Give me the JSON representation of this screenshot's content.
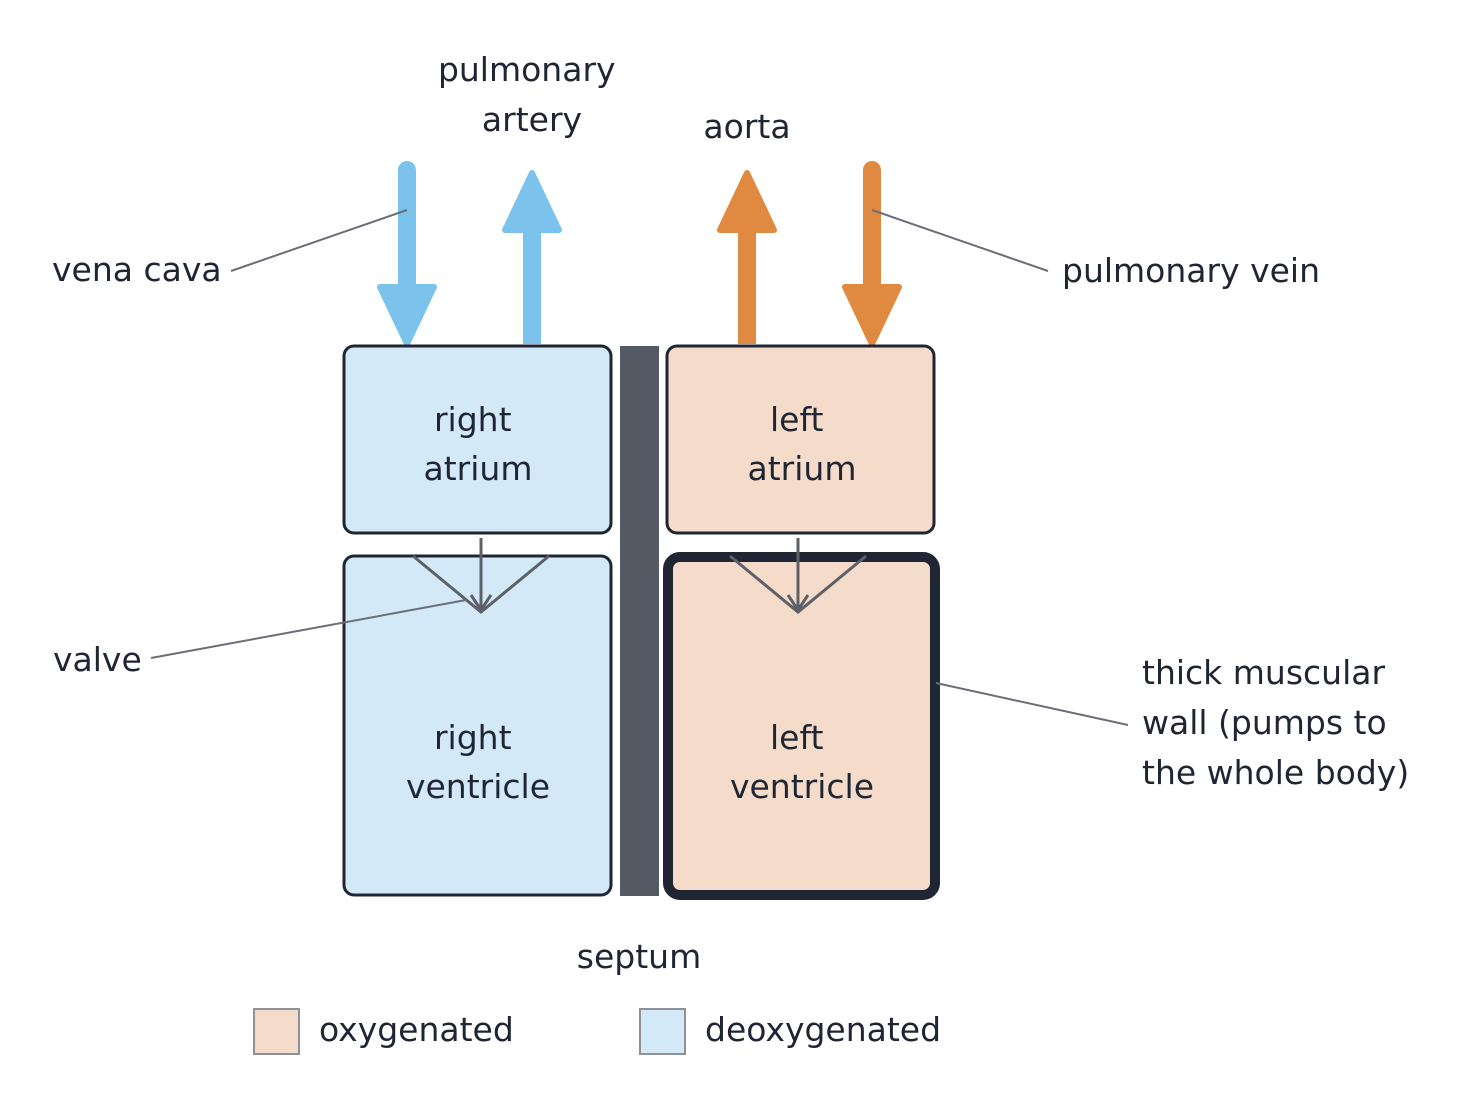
{
  "colors": {
    "deoxygenated_fill": "#d4e9f7",
    "oxygenated_fill": "#f5dcca",
    "deoxygenated_arrow": "#7bc3ec",
    "oxygenated_arrow": "#e08a41",
    "outline": "#1f2533",
    "septum": "#545a64",
    "leader_line": "#6b6e76",
    "valve": "#5d6068"
  },
  "chambers": {
    "right_atrium": [
      "right",
      "atrium"
    ],
    "right_ventricle": [
      "right",
      "ventricle"
    ],
    "left_atrium": [
      "left",
      "atrium"
    ],
    "left_ventricle": [
      "left",
      "ventricle"
    ]
  },
  "vessels": {
    "pulmonary_artery": [
      "pulmonary",
      "artery"
    ],
    "aorta": "aorta",
    "vena_cava": "vena cava",
    "pulmonary_vein": "pulmonary vein"
  },
  "annotations": {
    "valve": "valve",
    "thick_wall": [
      "thick muscular",
      "wall (pumps to",
      "the whole body)"
    ],
    "septum": "septum"
  },
  "legend": {
    "oxygenated": "oxygenated",
    "deoxygenated": "deoxygenated"
  }
}
